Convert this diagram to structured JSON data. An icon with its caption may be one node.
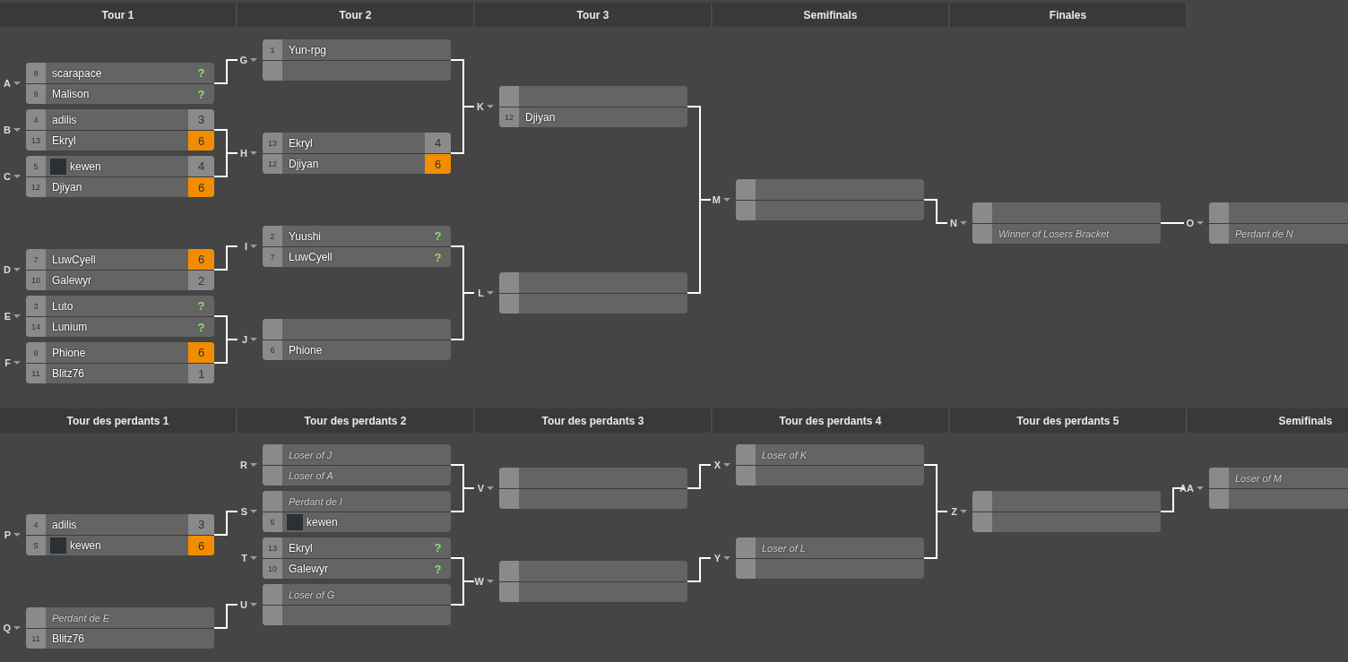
{
  "diagram": {
    "nodes": [
      {
        "text": [
          "A"
        ]
      },
      {
        "text": [
          "8",
          "scarapace",
          "?"
        ],
        "in": 0
      },
      {
        "text": [
          "9",
          "Malison",
          "?"
        ],
        "in": 0
      },
      {
        "text": [
          "B"
        ]
      },
      {
        "text": [
          "4",
          "adilis",
          "3"
        ],
        "in": 3
      },
      {
        "text": [
          "13",
          "Ekryl",
          "6"
        ],
        "in": 3
      },
      {
        "text": [
          "C"
        ]
      },
      {
        "text": [
          "5",
          "kewen",
          "4"
        ],
        "in": 6
      },
      {
        "text": [
          "12",
          "Djiyan",
          "6"
        ],
        "in": 6
      },
      {
        "text": [
          "D"
        ]
      },
      {
        "text": [
          "7",
          "LuwCyell",
          "6"
        ],
        "in": 9
      },
      {
        "text": [
          "10",
          "Galewyr",
          "2"
        ],
        "in": 9
      },
      {
        "text": [
          "E"
        ]
      },
      {
        "text": [
          "3",
          "Luto",
          "?"
        ],
        "in": 12
      },
      {
        "text": [
          "14",
          "Lunium",
          "?"
        ],
        "in": 12
      },
      {
        "text": [
          "F"
        ]
      },
      {
        "text": [
          "6",
          "Phione",
          "6"
        ],
        "in": 15
      },
      {
        "text": [
          "11",
          "Blitz76",
          "1"
        ],
        "in": 15
      },
      {
        "text": [
          "G"
        ]
      },
      {
        "text": [
          "1",
          "Yun-rpg"
        ],
        "in": 18
      },
      {
        "text": [],
        "shape": "bar",
        "in": 18
      },
      {
        "text": [
          "H"
        ]
      },
      {
        "text": [
          "13",
          "Ekryl",
          "4"
        ],
        "in": 21
      },
      {
        "text": [
          "12",
          "Djiyan",
          "6"
        ],
        "in": 21
      },
      {
        "text": [
          "I"
        ]
      },
      {
        "text": [
          "2",
          "Yuushi",
          "?"
        ],
        "in": 24
      },
      {
        "text": [
          "7",
          "LuwCyell",
          "?"
        ],
        "in": 24
      },
      {
        "text": [
          "J"
        ]
      },
      {
        "text": [],
        "shape": "bar",
        "in": 27
      },
      {
        "text": [
          "6",
          "Phione"
        ],
        "in": 27
      },
      {
        "text": [
          "K"
        ]
      },
      {
        "text": [],
        "shape": "bar",
        "in": 30
      },
      {
        "text": [
          "12",
          "Djiyan"
        ],
        "in": 30
      },
      {
        "text": [
          "L"
        ]
      },
      {
        "text": [],
        "shape": "bar",
        "in": 33
      },
      {
        "text": [],
        "shape": "bar",
        "in": 33
      },
      {
        "text": [
          "M"
        ]
      },
      {
        "text": [],
        "shape": "bar",
        "in": 36
      },
      {
        "text": [],
        "shape": "bar",
        "in": 36
      },
      {
        "text": [
          "N"
        ]
      },
      {
        "text": [],
        "shape": "bar",
        "in": 39
      },
      {
        "text": [
          "Winner of Losers Bracket"
        ],
        "in": 39
      },
      {
        "text": [
          "O"
        ]
      },
      {
        "text": [],
        "shape": "bar",
        "in": 42
      },
      {
        "text": [
          "Perdant de N"
        ],
        "in": 42
      },
      {
        "text": [
          "P"
        ]
      },
      {
        "text": [
          "4",
          "adilis",
          "3"
        ],
        "in": 45
      },
      {
        "text": [
          "5",
          "kewen",
          "6"
        ],
        "in": 45
      },
      {
        "text": [
          "Q"
        ]
      },
      {
        "text": [
          "Perdant de E"
        ],
        "in": 48
      },
      {
        "text": [
          "11",
          "Blitz76"
        ],
        "in": 48
      },
      {
        "text": [
          "R"
        ]
      },
      {
        "text": [
          "Loser of J"
        ],
        "in": 51
      },
      {
        "text": [
          "Loser of A"
        ],
        "in": 51
      },
      {
        "text": [
          "S"
        ]
      },
      {
        "text": [
          "Perdant de I"
        ],
        "in": 54
      },
      {
        "text": [
          "5",
          "kewen"
        ],
        "in": 54
      },
      {
        "text": [
          "T"
        ]
      },
      {
        "text": [
          "13",
          "Ekryl",
          "?"
        ],
        "in": 57
      },
      {
        "text": [
          "10",
          "Galewyr",
          "?"
        ],
        "in": 57
      },
      {
        "text": [
          "U"
        ]
      },
      {
        "text": [
          "Loser of G"
        ],
        "in": 60
      },
      {
        "text": [],
        "shape": "bar",
        "in": 60
      },
      {
        "text": [
          "V"
        ]
      },
      {
        "text": [],
        "shape": "bar",
        "in": 63
      },
      {
        "text": [],
        "shape": "bar",
        "in": 63
      },
      {
        "text": [
          "W"
        ]
      },
      {
        "text": [],
        "shape": "bar",
        "in": 66
      },
      {
        "text": [],
        "shape": "bar",
        "in": 66
      },
      {
        "text": [
          "X"
        ]
      },
      {
        "text": [
          "Loser of K"
        ],
        "in": 69
      },
      {
        "text": [],
        "shape": "bar",
        "in": 69
      },
      {
        "text": [
          "Y"
        ]
      },
      {
        "text": [
          "Loser of L"
        ],
        "in": 72
      },
      {
        "text": [],
        "shape": "bar",
        "in": 72
      },
      {
        "text": [
          "Z"
        ]
      },
      {
        "text": [],
        "shape": "bar",
        "in": 75
      },
      {
        "text": [],
        "shape": "bar",
        "in": 75
      },
      {
        "text": [
          "AA"
        ]
      },
      {
        "text": [
          "Loser of M"
        ],
        "in": 78
      },
      {
        "text": [],
        "shape": "bar",
        "in": 78
      }
    ],
    "edges": [
      {
        "from": 0,
        "to": 18,
        "arrow": "none"
      },
      {
        "from": 3,
        "to": 21,
        "arrow": "none"
      },
      {
        "from": 6,
        "to": 21,
        "arrow": "none"
      },
      {
        "from": 9,
        "to": 24,
        "arrow": "none"
      },
      {
        "from": 12,
        "to": 27,
        "arrow": "none"
      },
      {
        "from": 15,
        "to": 27,
        "arrow": "none"
      },
      {
        "from": 18,
        "to": 30,
        "arrow": "none"
      },
      {
        "from": 21,
        "to": 30,
        "arrow": "none"
      },
      {
        "from": 24,
        "to": 33,
        "arrow": "none"
      },
      {
        "from": 27,
        "to": 33,
        "arrow": "none"
      },
      {
        "from": 30,
        "to": 36,
        "arrow": "none"
      },
      {
        "from": 33,
        "to": 36,
        "arrow": "none"
      },
      {
        "from": 36,
        "to": 39,
        "arrow": "none"
      },
      {
        "from": 39,
        "to": 42,
        "arrow": "none"
      },
      {
        "from": 45,
        "to": 54,
        "arrow": "none"
      },
      {
        "from": 48,
        "to": 60,
        "arrow": "none"
      },
      {
        "from": 51,
        "to": 63,
        "arrow": "none"
      },
      {
        "from": 54,
        "to": 63,
        "arrow": "none"
      },
      {
        "from": 57,
        "to": 66,
        "arrow": "none"
      },
      {
        "from": 60,
        "to": 66,
        "arrow": "none"
      },
      {
        "from": 63,
        "to": 69,
        "arrow": "none"
      },
      {
        "from": 66,
        "to": 72,
        "arrow": "none"
      },
      {
        "from": 69,
        "to": 75,
        "arrow": "none"
      },
      {
        "from": 72,
        "to": 75,
        "arrow": "none"
      },
      {
        "from": 75,
        "to": 78,
        "arrow": "none"
      }
    ],
    "labels": [
      "Tour 1",
      "Tour 2",
      "Tour 3",
      "Semifinals",
      "Finales",
      "Tour des perdants 1",
      "Tour des perdants 2",
      "Tour des perdants 3",
      "Tour des perdants 4",
      "Tour des perdants 5",
      "Semifinals"
    ]
  }
}
